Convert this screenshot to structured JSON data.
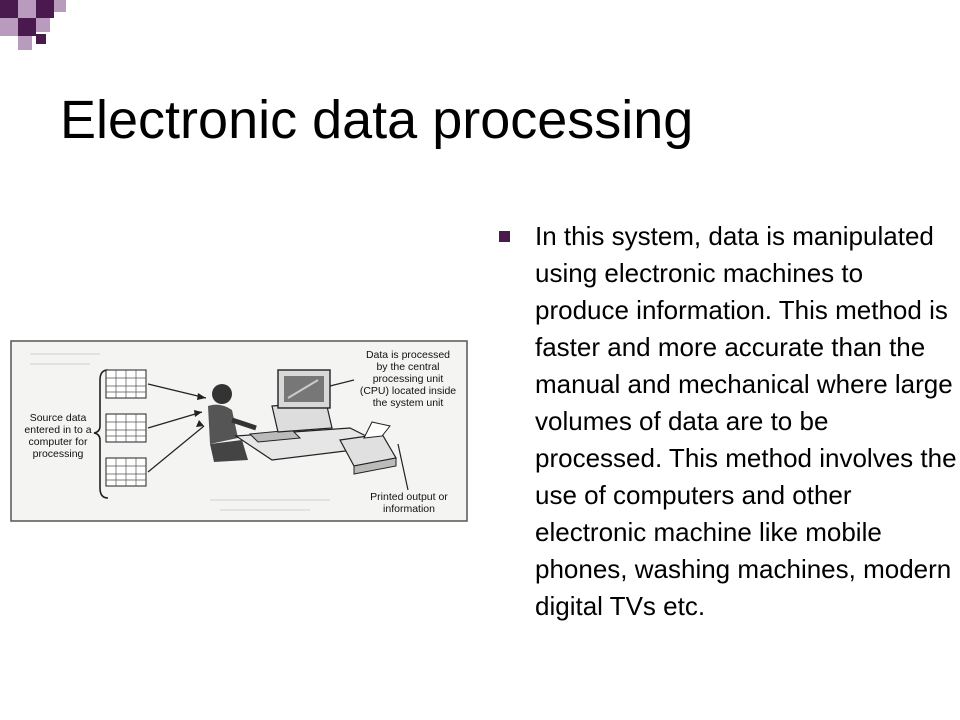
{
  "slide": {
    "title": "Electronic data processing",
    "bullet": "In this system, data is manipulated using electronic machines to produce information. This method is faster and more accurate than the manual and mechanical where large volumes of data are to be processed. This method involves the use of computers and other electronic machine like mobile phones, washing machines, modern digital TVs etc."
  },
  "figure": {
    "source_label": "Source data\nentered in to a\ncomputer for\nprocessing",
    "cpu_label": "Data is processed\nby the central\nprocessing unit\n(CPU) located inside\nthe system unit",
    "printer_label": "Printed output or\ninformation"
  },
  "colors": {
    "accent_dark": "#4a1a4f",
    "accent_light": "#b89bbd",
    "bullet": "#4a1a4f"
  }
}
